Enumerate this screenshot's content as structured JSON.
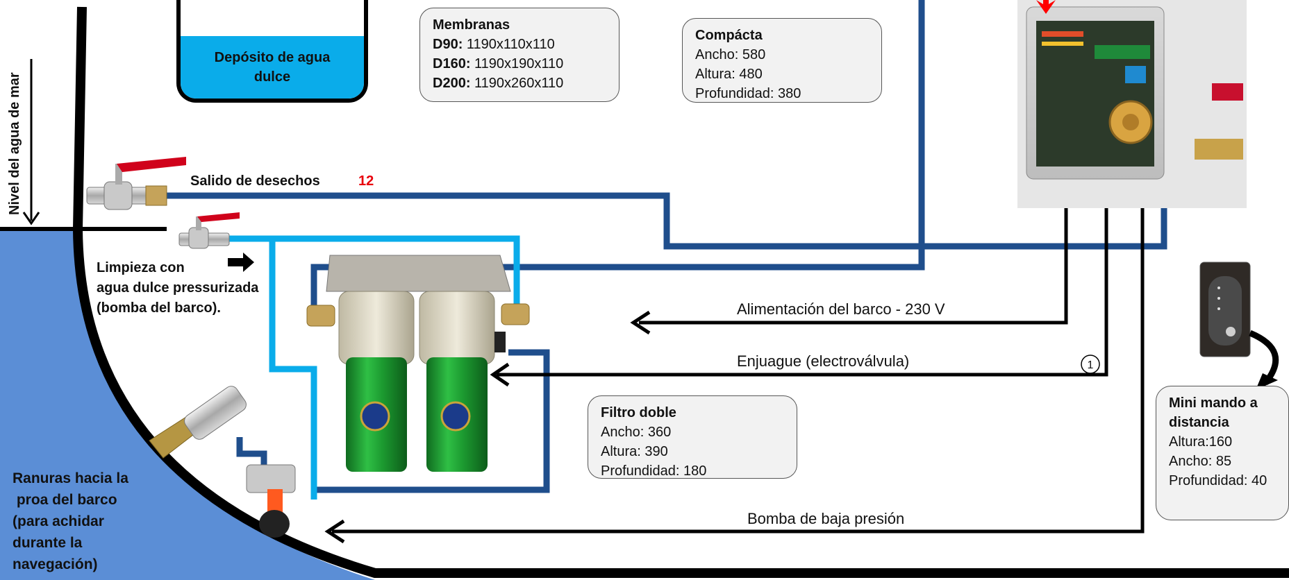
{
  "sea_level_label": "Nivel del agua de mar",
  "tank": {
    "label": "Depósito de agua dulce"
  },
  "membranas": {
    "title": "Membranas",
    "rows": [
      {
        "model": "D90:",
        "dims": " 1190x110x110"
      },
      {
        "model": "D160:",
        "dims": " 1190x190x110"
      },
      {
        "model": "D200:",
        "dims": " 1190x260x110"
      }
    ]
  },
  "compacta": {
    "title": "Compácta",
    "ancho": "Ancho: 580",
    "altura": "Altura: 480",
    "profundidad": "Profundidad: 380"
  },
  "filtro": {
    "title": "Filtro doble",
    "ancho": "Ancho: 360",
    "altura": "Altura: 390",
    "profundidad": "Profundidad: 180"
  },
  "mando": {
    "title_1": "Mini mando a",
    "title_2": "distancia",
    "altura": "Altura:160",
    "ancho": "Ancho: 85",
    "profundidad": "Profundidad: 40"
  },
  "waste": {
    "label": "Salido de desechos",
    "number": "12"
  },
  "cleaning": {
    "line1": "Limpieza con",
    "line2": "agua dulce pressurizada",
    "line3": "(bomba del barco)."
  },
  "power_label": "Alimentación del barco - 230 V",
  "rinse_label": "Enjuague (electroválvula)",
  "rinse_marker": "1",
  "pump_label": "Bomba de baja presión",
  "slots": {
    "line1": "Ranuras hacia la",
    "line2": " proa del barco",
    "line3": "(para achidar",
    "line4": "durante la",
    "line5": "navegación)"
  },
  "colors": {
    "sea": "#5b8ed6",
    "dark_pipe": "#1f4e8c",
    "light_pipe": "#0aacea",
    "tank_water": "#0aacea",
    "filter_green": "#1e9a33",
    "arrow_red": "#ff0000"
  }
}
